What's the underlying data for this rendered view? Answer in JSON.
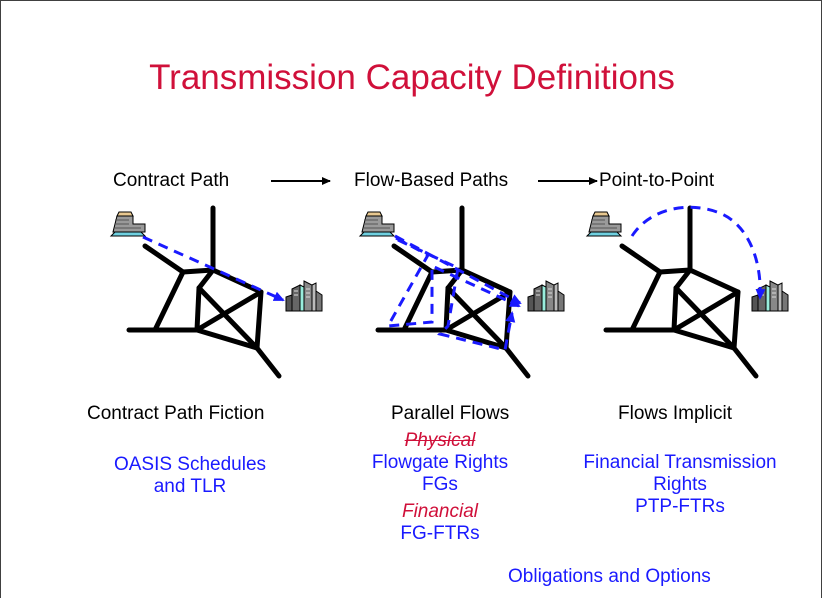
{
  "title": "Transmission Capacity Definitions",
  "stages": [
    {
      "label": "Contract Path"
    },
    {
      "label": "Flow-Based Paths"
    },
    {
      "label": "Point-to-Point"
    }
  ],
  "columns": [
    {
      "caption": "Contract Path Fiction",
      "lines": [
        "OASIS Schedules",
        "and TLR"
      ]
    },
    {
      "caption": "Parallel Flows",
      "physical": "Physical",
      "lines": [
        "Flowgate Rights",
        "FGs"
      ],
      "financial": "Financial",
      "ftr": "FG-FTRs"
    },
    {
      "caption": "Flows Implicit",
      "lines": [
        "Financial Transmission",
        "Rights",
        "PTP-FTRs"
      ]
    }
  ],
  "footer": "Obligations and Options",
  "colors": {
    "title": "#d0103a",
    "blue": "#1a1aff",
    "line": "#000000"
  },
  "icons": [
    "power-plant-icon",
    "city-buildings-icon"
  ]
}
